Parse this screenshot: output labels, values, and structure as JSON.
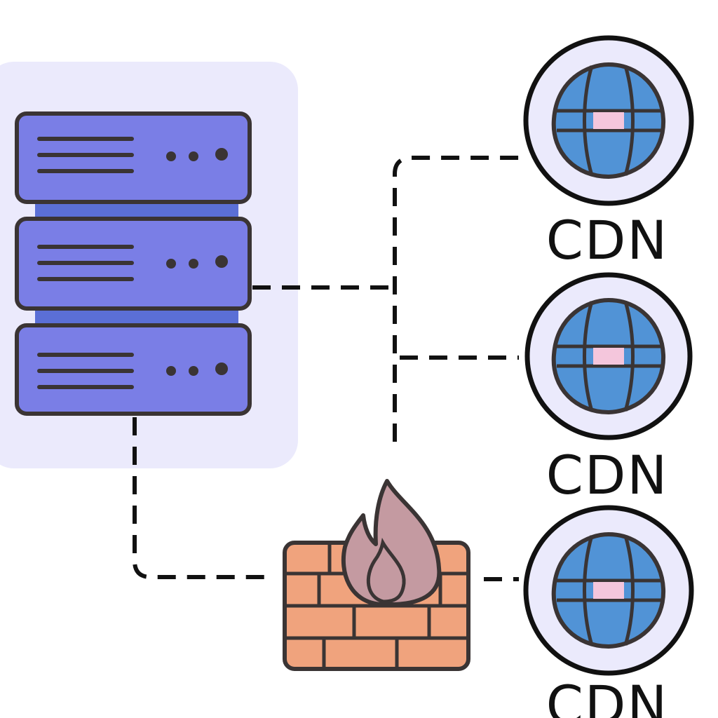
{
  "colors": {
    "server_panel": "#ebeafc",
    "server_unit": "#7a7ee6",
    "server_shadow": "#5b6fd6",
    "outline": "#3a3434",
    "connector": "#111111",
    "brick": "#f0a37d",
    "flame": "#c49aa1",
    "globe_ring": "#ebeafc",
    "globe": "#5193d6",
    "globe_center": "#f4c6dc"
  },
  "nodes": {
    "server": {
      "icon": "server-rack-icon",
      "units": 3
    },
    "firewall": {
      "icon": "firewall-icon"
    },
    "cdn_nodes": [
      {
        "icon": "globe-icon",
        "label": "CDN"
      },
      {
        "icon": "globe-icon",
        "label": "CDN"
      },
      {
        "icon": "globe-icon",
        "label": "CDN"
      }
    ]
  },
  "edges": [
    {
      "from": "server",
      "to": "cdn-1",
      "style": "dashed"
    },
    {
      "from": "server",
      "to": "cdn-2",
      "style": "dashed"
    },
    {
      "from": "server",
      "to": "firewall",
      "style": "dashed"
    },
    {
      "from": "firewall",
      "to": "cdn-3",
      "style": "dashed"
    }
  ]
}
